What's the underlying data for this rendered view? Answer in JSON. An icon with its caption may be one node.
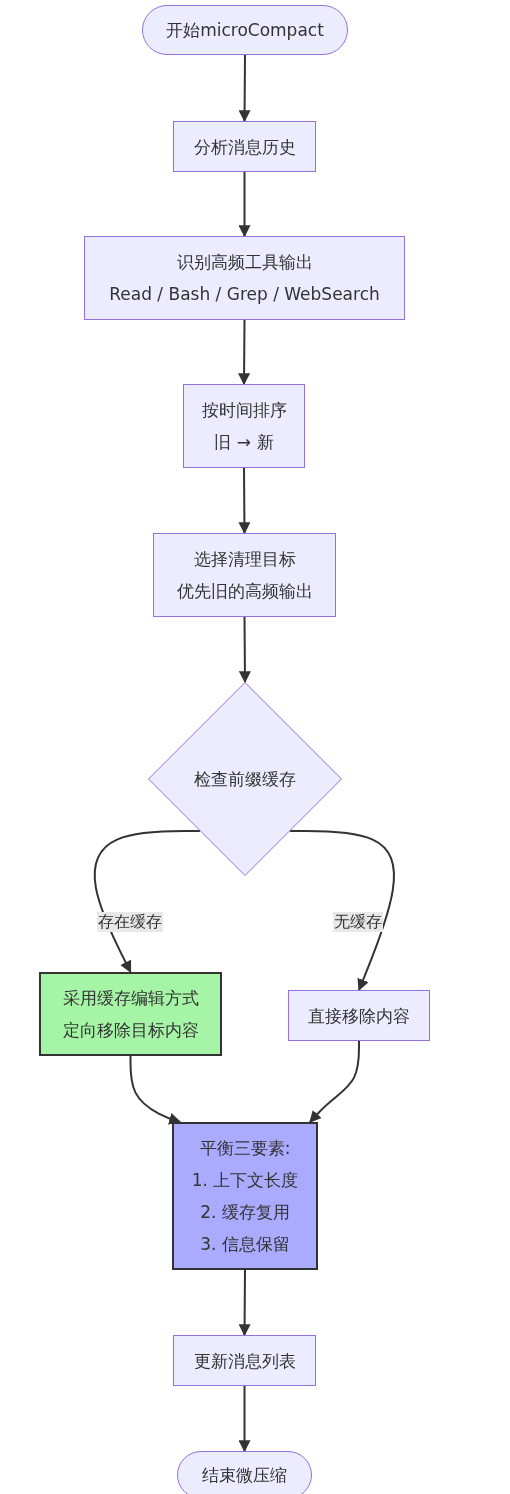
{
  "diagram": {
    "nodes": [
      {
        "text": [
          "开始microCompact"
        ]
      },
      {
        "text": [
          "分析消息历史"
        ]
      },
      {
        "text": [
          "识别高频工具输出",
          "Read / Bash / Grep / WebSearch"
        ]
      },
      {
        "text": [
          "按时间排序",
          "旧 → 新"
        ]
      },
      {
        "text": [
          "选择清理目标",
          "优先旧的高频输出"
        ]
      },
      {
        "text": [
          "检查前缀缓存"
        ]
      },
      {
        "text": [
          "采用缓存编辑方式",
          "定向移除目标内容"
        ]
      },
      {
        "text": [
          "直接移除内容"
        ]
      },
      {
        "text": [
          "平衡三要素:",
          "1. 上下文长度",
          "2. 缓存复用",
          "3. 信息保留"
        ]
      },
      {
        "text": [
          "更新消息列表"
        ]
      },
      {
        "text": [
          "结束微压缩"
        ]
      }
    ],
    "edges": [
      {
        "from": 0,
        "to": 1,
        "arrow": "to"
      },
      {
        "from": 1,
        "to": 2,
        "arrow": "to"
      },
      {
        "from": 2,
        "to": 3,
        "arrow": "to"
      },
      {
        "from": 3,
        "to": 4,
        "arrow": "to"
      },
      {
        "from": 4,
        "to": 5,
        "arrow": "to"
      },
      {
        "from": 5,
        "to": 6,
        "arrow": "to",
        "label": "存在缓存"
      },
      {
        "from": 5,
        "to": 7,
        "arrow": "to",
        "label": "无缓存"
      },
      {
        "from": 6,
        "to": 8,
        "arrow": "to"
      },
      {
        "from": 7,
        "to": 8,
        "arrow": "to"
      },
      {
        "from": 8,
        "to": 9,
        "arrow": "to"
      },
      {
        "from": 9,
        "to": 10,
        "arrow": "to"
      }
    ]
  }
}
